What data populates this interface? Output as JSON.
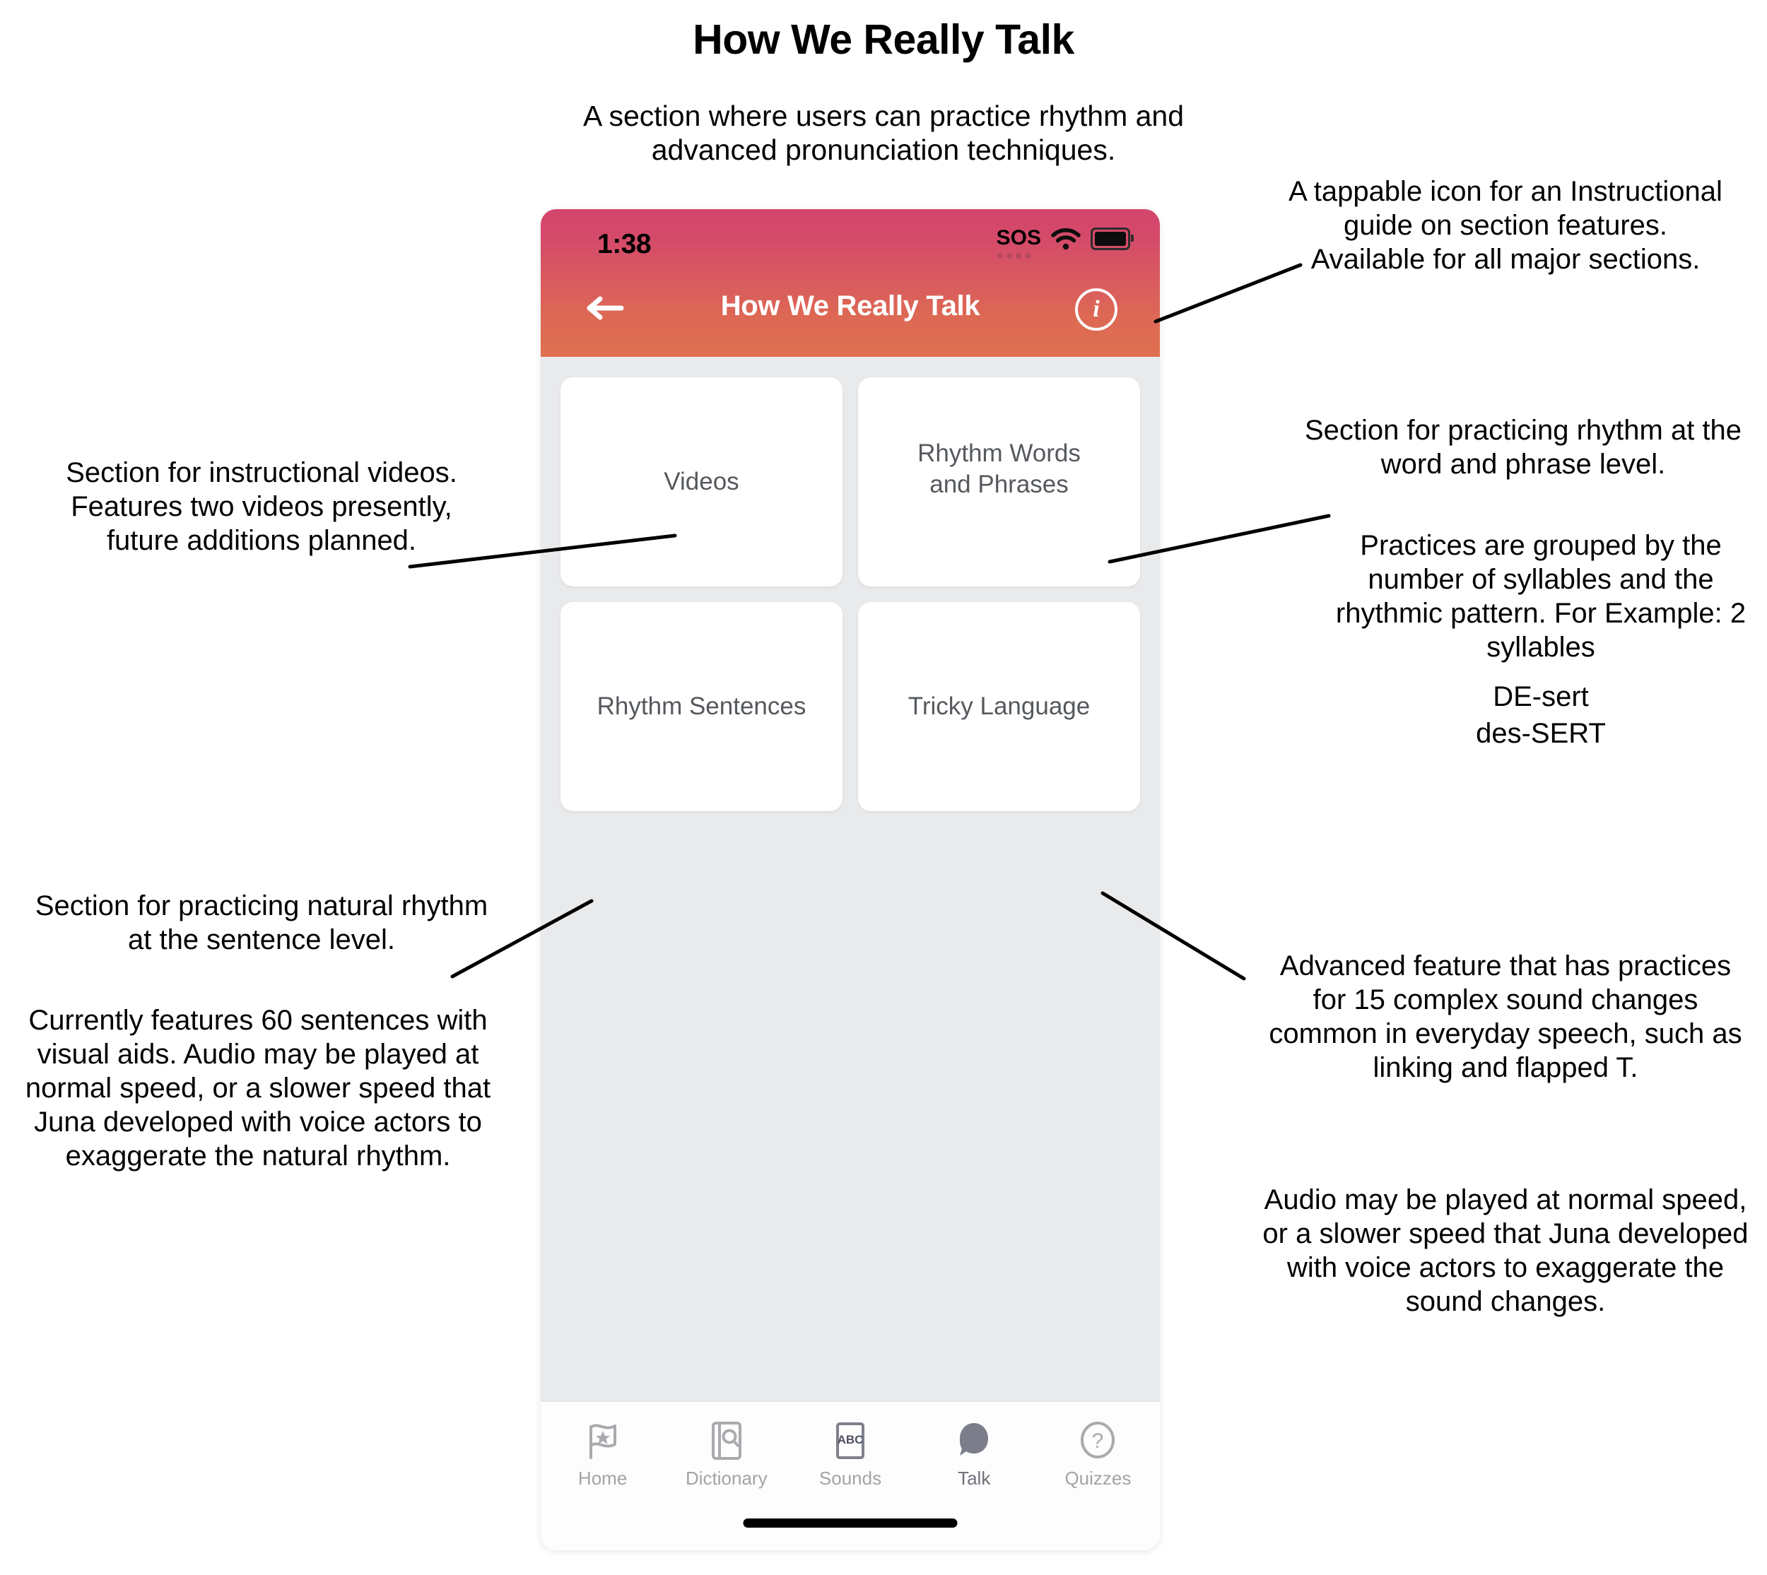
{
  "page": {
    "title": "How We Really Talk",
    "subtitle": "A section where users can practice rhythm and advanced pronunciation techniques."
  },
  "phone": {
    "status_bar": {
      "time": "1:38",
      "sos_label": "SOS",
      "wifi_icon": "wifi-icon",
      "battery_icon": "battery-icon"
    },
    "nav_bar": {
      "back_icon": "back-arrow-icon",
      "title": "How We Really Talk",
      "info_icon": "info-icon",
      "info_letter": "i"
    },
    "tiles": [
      {
        "label": "Videos"
      },
      {
        "label": "Rhythm Words\nand Phrases"
      },
      {
        "label": "Rhythm Sentences"
      },
      {
        "label": "Tricky Language"
      }
    ],
    "tabbar": [
      {
        "label": "Home",
        "icon": "flag-star-icon",
        "active": false
      },
      {
        "label": "Dictionary",
        "icon": "book-search-icon",
        "active": false
      },
      {
        "label": "Sounds",
        "icon": "abc-card-icon",
        "active": false
      },
      {
        "label": "Talk",
        "icon": "speech-bubble-icon",
        "active": true
      },
      {
        "label": "Quizzes",
        "icon": "question-circle-icon",
        "active": false
      }
    ]
  },
  "annotations": {
    "info_icon": "A tappable icon for an Instructional guide on section features. Available for all major sections.",
    "videos": "Section for instructional videos. Features two videos presently, future additions planned.",
    "rhythm_words_1": "Section for practicing rhythm at the word and phrase level.",
    "rhythm_words_2": "Practices are grouped by the number of syllables and the rhythmic pattern. For Example: 2 syllables",
    "rhythm_words_ex1": "DE-sert",
    "rhythm_words_ex2": "des-SERT",
    "rhythm_sentences_1": "Section for practicing natural rhythm at the sentence level.",
    "rhythm_sentences_2": "Currently features 60 sentences with visual aids. Audio may be played at normal speed, or a slower speed that Juna developed with voice actors to exaggerate the natural rhythm.",
    "tricky_language_1": "Advanced feature that has practices for 15 complex sound changes common in everyday speech, such as linking and flapped T.",
    "tricky_language_2": "Audio may be played at normal speed, or a slower speed that Juna developed with voice actors to exaggerate the sound changes."
  },
  "colors": {
    "header_gradient_top": "#d3456b",
    "header_gradient_bottom": "#df7050",
    "content_bg": "#e9eaec",
    "tile_bg": "#ffffff",
    "tile_text": "#55595e",
    "tab_inactive": "#a3a4a8",
    "tab_active": "#6f717b"
  }
}
